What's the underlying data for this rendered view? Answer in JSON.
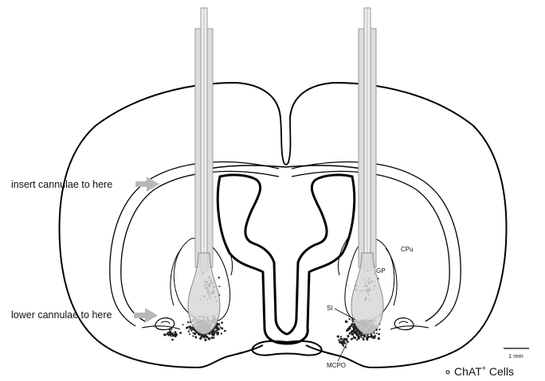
{
  "labels": {
    "insert": "insert cannulae to here",
    "lower": "lower cannulae to here",
    "cpu": "CPu",
    "gp": "GP",
    "si": "SI",
    "mcpo": "MCPO",
    "scale": "1 mm",
    "legend_main": "ChAT",
    "legend_sup": "+",
    "legend_rest": " Cells"
  },
  "colors": {
    "outline": "#000000",
    "cannula_fill": "#dcdcdc",
    "cannula_stroke": "#9a9a9a",
    "arrow": "#b8b8b8",
    "cell": "#222222"
  }
}
